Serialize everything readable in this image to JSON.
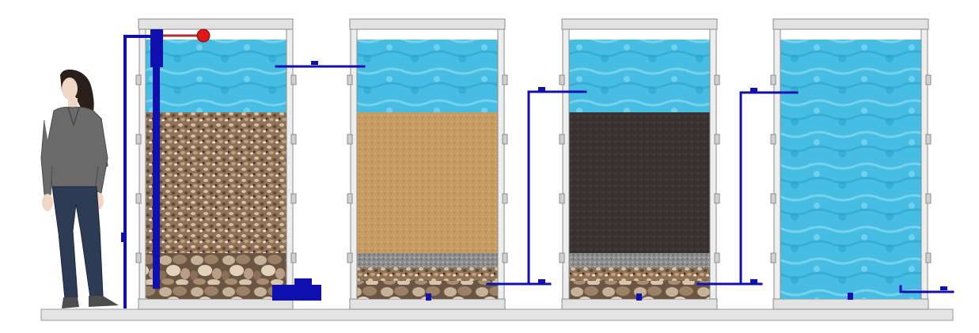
{
  "diagram": {
    "kind": "multi-stage water filtration system",
    "stage_count": 4,
    "stages": [
      {
        "index": 1,
        "layers": [
          "water",
          "gravel",
          "cobbles"
        ]
      },
      {
        "index": 2,
        "layers": [
          "water",
          "sand",
          "fine-gravel",
          "gravel",
          "cobbles"
        ]
      },
      {
        "index": 3,
        "layers": [
          "water",
          "activated-carbon",
          "fine-gravel",
          "gravel",
          "cobbles"
        ]
      },
      {
        "index": 4,
        "layers": [
          "water"
        ]
      }
    ],
    "colors": {
      "water_light": "#7fd4ee",
      "water_mid": "#3fb8df",
      "water_dark": "#1f9dc9",
      "gravel": "#b89a73",
      "sand": "#cba26a",
      "carbon": "#3b3434",
      "cobble": "#a08770",
      "pipe": "#1010b0",
      "pvc_frame": "#dcdcdc",
      "float_ball": "#e01818",
      "shirt": "#6b6b6b",
      "jeans": "#2d3b55"
    }
  }
}
